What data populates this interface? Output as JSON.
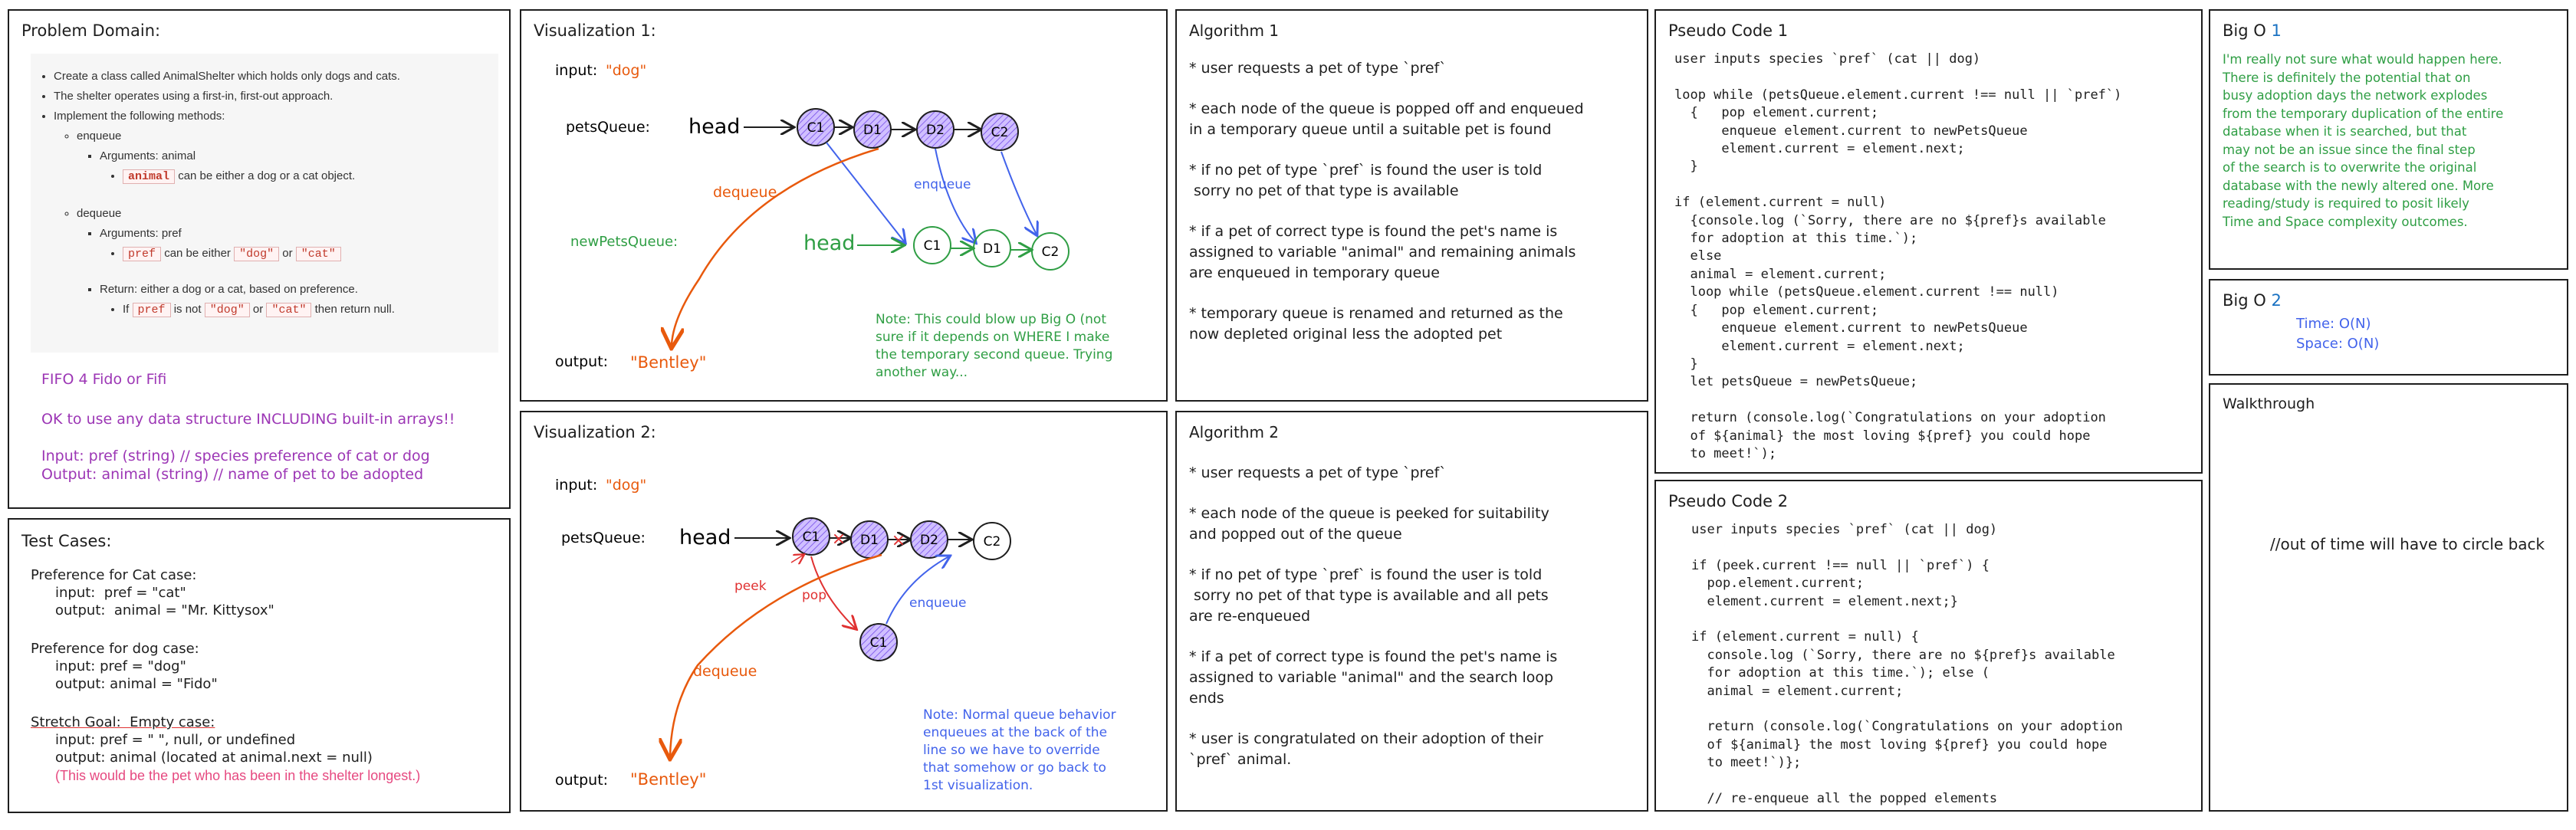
{
  "problem_domain": {
    "title": "Problem Domain:",
    "items": [
      "Create a class called AnimalShelter which holds only dogs and cats.",
      "The shelter operates using a first-in, first-out approach.",
      "Implement the following methods:"
    ],
    "enqueue": "enqueue",
    "enqueue_args": "Arguments: animal",
    "animal_chip": "animal",
    "enqueue_desc": "can be either a dog or a cat object.",
    "dequeue": "dequeue",
    "dequeue_args": "Arguments: pref",
    "pref_chip": "pref",
    "can_be_either": "can be either",
    "dog_chip": "\"dog\"",
    "or": "or",
    "cat_chip": "\"cat\"",
    "return_line": "Return: either a dog or a cat, based on preference.",
    "if_word": "If",
    "is_not": "is not",
    "then_null": "then return null.",
    "fifo_note": "FIFO 4 Fido or Fifi",
    "ok_note": "OK to use any data structure INCLUDING built-in arrays!!",
    "input_note": "Input: pref (string) // species preference of cat or dog",
    "output_note": "Output: animal (string) // name of pet to be adopted"
  },
  "test_cases": {
    "title": "Test Cases:",
    "cat_case": "Preference for Cat case:",
    "cat_input": "input:  pref = \"cat\"",
    "cat_output": "output:  animal = \"Mr. Kittysox\"",
    "dog_case": "Preference for dog case:",
    "dog_input": "input: pref = \"dog\"",
    "dog_output": "output: animal = \"Fido\"",
    "stretch": "Stretch Goal:  Empty case:",
    "stretch_input": "input: pref = \" \", null, or undefined",
    "stretch_output": "output: animal (located at animal.next = null)",
    "stretch_note": "(This would be the pet who has been in the shelter longest.)"
  },
  "viz1": {
    "title": "Visualization 1:",
    "input_label": "input:",
    "input_value": "\"dog\"",
    "queue_label": "petsQueue:",
    "head": "head",
    "nodes": [
      "C1",
      "D1",
      "D2",
      "C2"
    ],
    "dequeue_label": "dequeue",
    "enqueue_label": "enqueue",
    "new_queue_label": "newPetsQueue:",
    "head2": "head",
    "new_nodes": [
      "C1",
      "D1",
      "C2"
    ],
    "output_label": "output:",
    "output_value": "\"Bentley\"",
    "note": "Note: This could blow up Big O (not\nsure if it depends on WHERE I make\nthe temporary second queue. Trying\nanother way..."
  },
  "viz2": {
    "title": "Visualization 2:",
    "input_label": "input:",
    "input_value": "\"dog\"",
    "queue_label": "petsQueue:",
    "head": "head",
    "nodes": [
      "C1",
      "D1",
      "D2",
      "C2"
    ],
    "peek_label": "peek",
    "pop_label": "pop",
    "popped_node": "C1",
    "enqueue_label": "enqueue",
    "dequeue_label": "dequeue",
    "output_label": "output:",
    "output_value": "\"Bentley\"",
    "note": "Note: Normal queue behavior\nenqueues at the back of the\nline so we have to override\nthat somehow or go back to\n1st visualization."
  },
  "algo1": {
    "title": "Algorithm 1",
    "bullets": [
      "user requests a pet of type `pref`",
      "each node of the queue is popped off and enqueued\nin a temporary queue until a suitable pet is found",
      "if no pet of type `pref` is found the user is told\n sorry no pet of that type is available",
      "if a pet of correct type is found the pet's name is\nassigned to variable \"animal\" and remaining animals\nare enqueued in temporary queue",
      "temporary queue is renamed and returned as the\nnow depleted original less the adopted pet"
    ]
  },
  "algo2": {
    "title": "Algorithm 2",
    "bullets": [
      "user requests a pet of type `pref`",
      "each node of the queue is peeked for suitability\nand popped out of the queue",
      "if no pet of type `pref` is found the user is told\n sorry no pet of that type is available and all pets\nare re-enqueued",
      "if a pet of correct type is found the pet's name is\nassigned to variable \"animal\" and the search loop\nends",
      "user is congratulated on their adoption of their\n`pref` animal."
    ]
  },
  "pseudo1": {
    "title": "Pseudo Code 1",
    "code": "user inputs species `pref` (cat || dog)\n\nloop while (petsQueue.element.current !== null || `pref`)\n  {   pop element.current;\n      enqueue element.current to newPetsQueue\n      element.current = element.next;\n  }\n\nif (element.current = null)\n  {console.log (`Sorry, there are no ${pref}s available\n  for adoption at this time.`);\n  else\n  animal = element.current;\n  loop while (petsQueue.element.current !== null)\n  {   pop element.current;\n      enqueue element.current to newPetsQueue\n      element.current = element.next;\n  }\n  let petsQueue = newPetsQueue;\n\n  return (console.log(`Congratulations on your adoption\n  of ${animal} the most loving ${pref} you could hope\n  to meet!`);"
  },
  "pseudo2": {
    "title": "Pseudo Code 2",
    "code": "user inputs species `pref` (cat || dog)\n\nif (peek.current !== null || `pref`) {\n  pop.element.current;\n  element.current = element.next;}\n\nif (element.current = null) {\n  console.log (`Sorry, there are no ${pref}s available\n  for adoption at this time.`); else (\n  animal = element.current;\n\n  return (console.log(`Congratulations on your adoption\n  of ${animal} the most loving ${pref} you could hope\n  to meet!`)};\n\n  // re-enqueue all the popped elements"
  },
  "bigo1": {
    "title": "Big O",
    "num": "1",
    "text": "I'm really not sure what would happen here.\nThere is definitely the potential that on\nbusy adoption days the network explodes\nfrom the temporary duplication of the entire\ndatabase when it is searched, but that\nmay not be an issue since the final step\nof the search is to overwrite the original\ndatabase with the newly altered one. More\nreading/study is required to posit likely\nTime and Space complexity outcomes."
  },
  "bigo2": {
    "title": "Big O",
    "num": "2",
    "time": "Time: O(N)",
    "space": "Space: O(N)"
  },
  "walkthrough": {
    "title": "Walkthrough",
    "text": "//out of time will have to circle back"
  },
  "colors": {
    "node_fill": "#d0bfff",
    "orange": "#e8590c",
    "blue": "#4263eb",
    "green": "#2f9e44",
    "red": "#e03131",
    "purple": "#9c36b5"
  }
}
